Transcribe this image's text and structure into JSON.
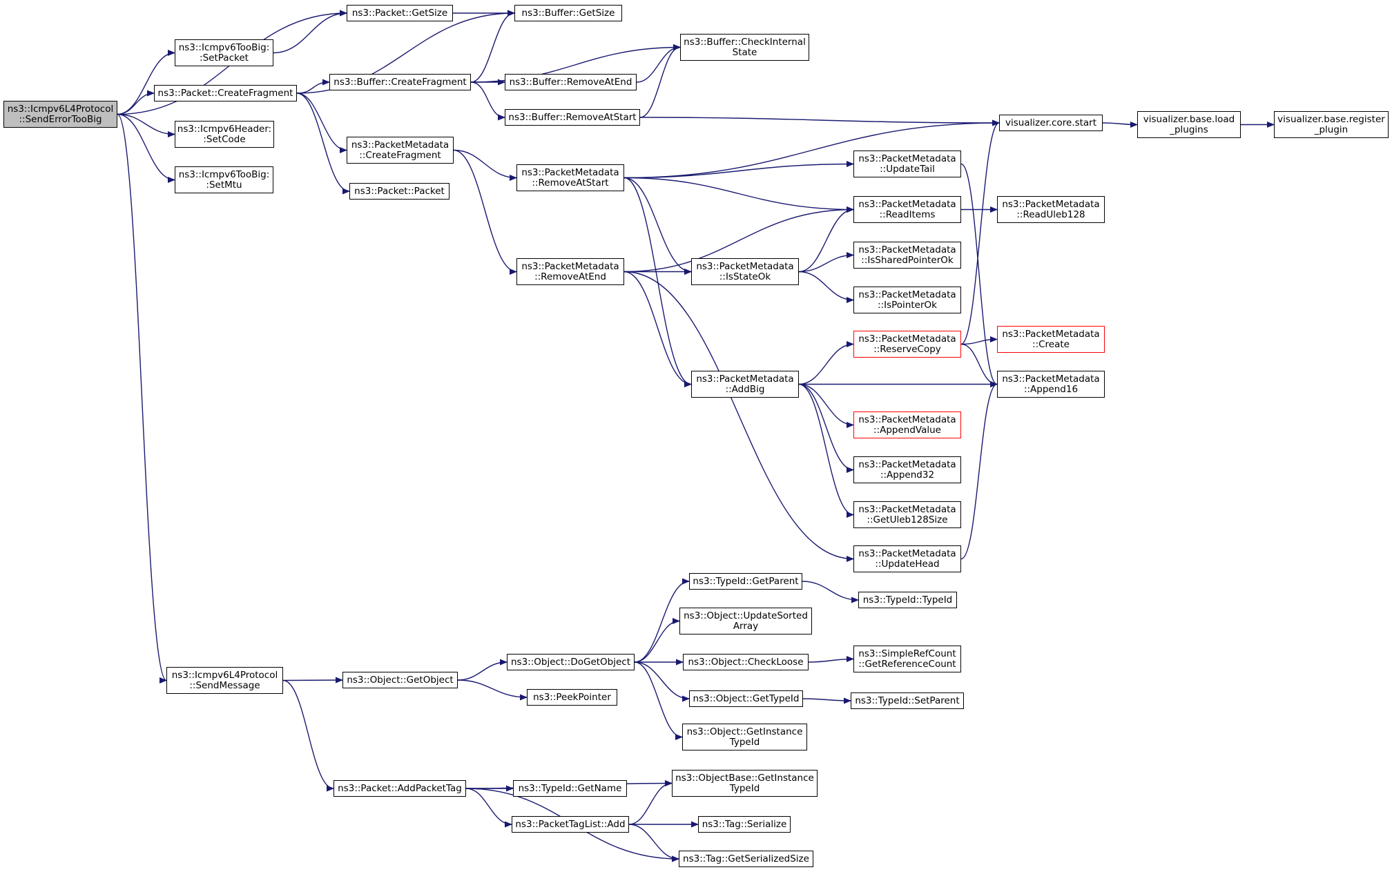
{
  "colors": {
    "edge": "#191970",
    "border": "#000000",
    "truncated_border": "#ff0000",
    "root_fill": "#bfbfbf",
    "node_fill": "#ffffff"
  },
  "nodes": [
    {
      "id": "root",
      "lines": [
        "ns3::Icmpv6L4Protocol",
        "::SendErrorTooBig"
      ]
    },
    {
      "id": "pkt_getsize",
      "lines": [
        "ns3::Packet::GetSize"
      ]
    },
    {
      "id": "buf_getsize",
      "lines": [
        "ns3::Buffer::GetSize"
      ]
    },
    {
      "id": "toobig_setpacket",
      "lines": [
        "ns3::Icmpv6TooBig:",
        ":SetPacket"
      ]
    },
    {
      "id": "pkt_createfragment",
      "lines": [
        "ns3::Packet::CreateFragment"
      ]
    },
    {
      "id": "buf_createfragment",
      "lines": [
        "ns3::Buffer::CreateFragment"
      ]
    },
    {
      "id": "buf_checkinternal",
      "lines": [
        "ns3::Buffer::CheckInternal",
        "State"
      ]
    },
    {
      "id": "buf_removeatend",
      "lines": [
        "ns3::Buffer::RemoveAtEnd"
      ]
    },
    {
      "id": "buf_removeatstart",
      "lines": [
        "ns3::Buffer::RemoveAtStart"
      ]
    },
    {
      "id": "vis_core_start",
      "lines": [
        "visualizer.core.start"
      ]
    },
    {
      "id": "vis_load_plugins",
      "lines": [
        "visualizer.base.load",
        "_plugins"
      ]
    },
    {
      "id": "vis_register_plugin",
      "lines": [
        "visualizer.base.register",
        "_plugin"
      ]
    },
    {
      "id": "hdr_setcode",
      "lines": [
        "ns3::Icmpv6Header:",
        ":SetCode"
      ]
    },
    {
      "id": "toobig_setmtu",
      "lines": [
        "ns3::Icmpv6TooBig:",
        ":SetMtu"
      ]
    },
    {
      "id": "pm_createfragment",
      "lines": [
        "ns3::PacketMetadata",
        "::CreateFragment"
      ]
    },
    {
      "id": "pkt_packet",
      "lines": [
        "ns3::Packet::Packet"
      ]
    },
    {
      "id": "pm_removeatstart",
      "lines": [
        "ns3::PacketMetadata",
        "::RemoveAtStart"
      ]
    },
    {
      "id": "pm_updatetail",
      "lines": [
        "ns3::PacketMetadata",
        "::UpdateTail"
      ]
    },
    {
      "id": "pm_readitems",
      "lines": [
        "ns3::PacketMetadata",
        "::ReadItems"
      ]
    },
    {
      "id": "pm_readuleb128",
      "lines": [
        "ns3::PacketMetadata",
        "::ReadUleb128"
      ]
    },
    {
      "id": "pm_removeatend",
      "lines": [
        "ns3::PacketMetadata",
        "::RemoveAtEnd"
      ]
    },
    {
      "id": "pm_isstateok",
      "lines": [
        "ns3::PacketMetadata",
        "::IsStateOk"
      ]
    },
    {
      "id": "pm_issharedpointerok",
      "lines": [
        "ns3::PacketMetadata",
        "::IsSharedPointerOk"
      ]
    },
    {
      "id": "pm_ispointerok",
      "lines": [
        "ns3::PacketMetadata",
        "::IsPointerOk"
      ]
    },
    {
      "id": "pm_reservecopy",
      "lines": [
        "ns3::PacketMetadata",
        "::ReserveCopy"
      ],
      "truncated": true
    },
    {
      "id": "pm_create",
      "lines": [
        "ns3::PacketMetadata",
        "::Create"
      ],
      "truncated": true
    },
    {
      "id": "pm_addbig",
      "lines": [
        "ns3::PacketMetadata",
        "::AddBig"
      ]
    },
    {
      "id": "pm_append16",
      "lines": [
        "ns3::PacketMetadata",
        "::Append16"
      ]
    },
    {
      "id": "pm_appendvalue",
      "lines": [
        "ns3::PacketMetadata",
        "::AppendValue"
      ],
      "truncated": true
    },
    {
      "id": "pm_append32",
      "lines": [
        "ns3::PacketMetadata",
        "::Append32"
      ]
    },
    {
      "id": "pm_getuleb128size",
      "lines": [
        "ns3::PacketMetadata",
        "::GetUleb128Size"
      ]
    },
    {
      "id": "pm_updatehead",
      "lines": [
        "ns3::PacketMetadata",
        "::UpdateHead"
      ]
    },
    {
      "id": "tid_getparent",
      "lines": [
        "ns3::TypeId::GetParent"
      ]
    },
    {
      "id": "tid_typeid",
      "lines": [
        "ns3::TypeId::TypeId"
      ]
    },
    {
      "id": "obj_updatesorted",
      "lines": [
        "ns3::Object::UpdateSorted",
        "Array"
      ]
    },
    {
      "id": "obj_dogetobject",
      "lines": [
        "ns3::Object::DoGetObject"
      ]
    },
    {
      "id": "obj_checkloose",
      "lines": [
        "ns3::Object::CheckLoose"
      ]
    },
    {
      "id": "src_getrefcount",
      "lines": [
        "ns3::SimpleRefCount",
        "::GetReferenceCount"
      ]
    },
    {
      "id": "l4_sendmessage",
      "lines": [
        "ns3::Icmpv6L4Protocol",
        "::SendMessage"
      ]
    },
    {
      "id": "obj_getobject",
      "lines": [
        "ns3::Object::GetObject"
      ]
    },
    {
      "id": "peekpointer",
      "lines": [
        "ns3::PeekPointer"
      ]
    },
    {
      "id": "obj_gettypeid",
      "lines": [
        "ns3::Object::GetTypeId"
      ]
    },
    {
      "id": "tid_setparent",
      "lines": [
        "ns3::TypeId::SetParent"
      ]
    },
    {
      "id": "obj_getinstancetypeid",
      "lines": [
        "ns3::Object::GetInstance",
        "TypeId"
      ]
    },
    {
      "id": "objbase_getinstancetypeid",
      "lines": [
        "ns3::ObjectBase::GetInstance",
        "TypeId"
      ]
    },
    {
      "id": "pkt_addpackettag",
      "lines": [
        "ns3::Packet::AddPacketTag"
      ]
    },
    {
      "id": "tid_getname",
      "lines": [
        "ns3::TypeId::GetName"
      ]
    },
    {
      "id": "ptl_add",
      "lines": [
        "ns3::PacketTagList::Add"
      ]
    },
    {
      "id": "tag_serialize",
      "lines": [
        "ns3::Tag::Serialize"
      ]
    },
    {
      "id": "tag_getserializedsize",
      "lines": [
        "ns3::Tag::GetSerializedSize"
      ]
    }
  ],
  "edges": [
    [
      "root",
      "pkt_getsize"
    ],
    [
      "root",
      "toobig_setpacket"
    ],
    [
      "root",
      "pkt_createfragment"
    ],
    [
      "root",
      "hdr_setcode"
    ],
    [
      "root",
      "toobig_setmtu"
    ],
    [
      "root",
      "l4_sendmessage"
    ],
    [
      "pkt_getsize",
      "buf_getsize"
    ],
    [
      "toobig_setpacket",
      "pkt_getsize"
    ],
    [
      "pkt_createfragment",
      "buf_getsize"
    ],
    [
      "pkt_createfragment",
      "buf_createfragment"
    ],
    [
      "pkt_createfragment",
      "pm_createfragment"
    ],
    [
      "pkt_createfragment",
      "pkt_packet"
    ],
    [
      "buf_createfragment",
      "buf_getsize"
    ],
    [
      "buf_createfragment",
      "buf_checkinternal"
    ],
    [
      "buf_createfragment",
      "buf_removeatend"
    ],
    [
      "buf_createfragment",
      "buf_removeatstart"
    ],
    [
      "buf_removeatend",
      "buf_checkinternal"
    ],
    [
      "buf_removeatstart",
      "buf_checkinternal"
    ],
    [
      "buf_removeatstart",
      "vis_core_start"
    ],
    [
      "vis_core_start",
      "vis_load_plugins"
    ],
    [
      "vis_load_plugins",
      "vis_register_plugin"
    ],
    [
      "pm_createfragment",
      "pm_removeatstart"
    ],
    [
      "pm_createfragment",
      "pm_removeatend"
    ],
    [
      "pm_removeatstart",
      "vis_core_start"
    ],
    [
      "pm_removeatstart",
      "pm_updatetail"
    ],
    [
      "pm_removeatstart",
      "pm_readitems"
    ],
    [
      "pm_removeatstart",
      "pm_isstateok"
    ],
    [
      "pm_removeatstart",
      "pm_addbig"
    ],
    [
      "pm_updatetail",
      "pm_append16"
    ],
    [
      "pm_readitems",
      "pm_readuleb128"
    ],
    [
      "pm_removeatend",
      "pm_readitems"
    ],
    [
      "pm_removeatend",
      "pm_isstateok"
    ],
    [
      "pm_removeatend",
      "pm_addbig"
    ],
    [
      "pm_removeatend",
      "pm_updatehead"
    ],
    [
      "pm_isstateok",
      "pm_readitems"
    ],
    [
      "pm_isstateok",
      "pm_issharedpointerok"
    ],
    [
      "pm_isstateok",
      "pm_ispointerok"
    ],
    [
      "pm_reservecopy",
      "vis_core_start"
    ],
    [
      "pm_reservecopy",
      "pm_create"
    ],
    [
      "pm_reservecopy",
      "pm_append16"
    ],
    [
      "pm_addbig",
      "pm_reservecopy"
    ],
    [
      "pm_addbig",
      "pm_append16"
    ],
    [
      "pm_addbig",
      "pm_appendvalue"
    ],
    [
      "pm_addbig",
      "pm_append32"
    ],
    [
      "pm_addbig",
      "pm_getuleb128size"
    ],
    [
      "pm_updatehead",
      "pm_append16"
    ],
    [
      "l4_sendmessage",
      "obj_getobject"
    ],
    [
      "l4_sendmessage",
      "pkt_addpackettag"
    ],
    [
      "obj_getobject",
      "obj_dogetobject"
    ],
    [
      "obj_getobject",
      "peekpointer"
    ],
    [
      "obj_dogetobject",
      "tid_getparent"
    ],
    [
      "obj_dogetobject",
      "obj_updatesorted"
    ],
    [
      "obj_dogetobject",
      "obj_checkloose"
    ],
    [
      "obj_dogetobject",
      "obj_gettypeid"
    ],
    [
      "obj_dogetobject",
      "obj_getinstancetypeid"
    ],
    [
      "tid_getparent",
      "tid_typeid"
    ],
    [
      "obj_checkloose",
      "src_getrefcount"
    ],
    [
      "obj_gettypeid",
      "tid_setparent"
    ],
    [
      "pkt_addpackettag",
      "objbase_getinstancetypeid"
    ],
    [
      "pkt_addpackettag",
      "tid_getname"
    ],
    [
      "pkt_addpackettag",
      "ptl_add"
    ],
    [
      "pkt_addpackettag",
      "tag_getserializedsize"
    ],
    [
      "ptl_add",
      "objbase_getinstancetypeid"
    ],
    [
      "ptl_add",
      "tag_serialize"
    ],
    [
      "ptl_add",
      "tag_getserializedsize"
    ]
  ]
}
